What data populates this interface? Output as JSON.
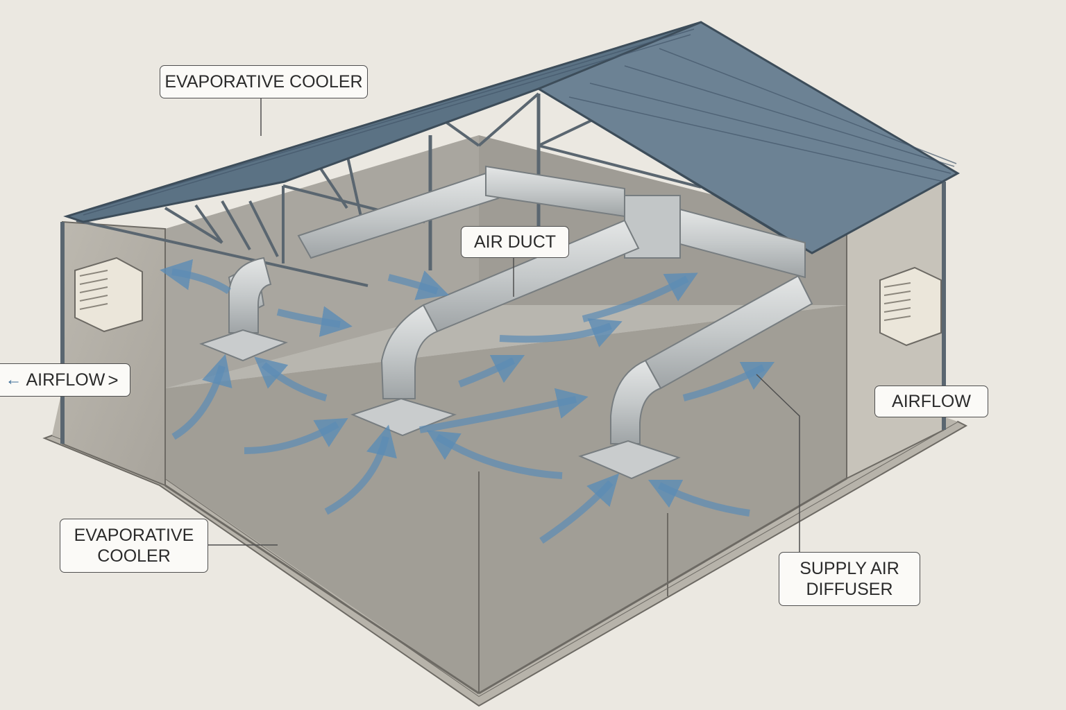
{
  "labels": {
    "evaporative_cooler_top": "EVAPORATIVE COOLER",
    "air_duct": "AIR DUCT",
    "airflow_left": "AIRFLOW",
    "airflow_left_arrow": "←",
    "airflow_left_chevron": ">",
    "airflow_right": "AIRFLOW",
    "evaporative_cooler_bottom": "EVAPORATIVE\nCOOLER",
    "supply_air_diffuser": "SUPPLY AIR\nDIFFUSER"
  },
  "icons": {
    "cooler_units": [
      "evaporative-cooler-icon",
      "evaporative-cooler-icon"
    ],
    "airflow_arrows": "airflow-arrow-icon"
  },
  "colors": {
    "background": "#ebe8e1",
    "roof": "#5b7284",
    "wall": "#c4bfb6",
    "floor": "#9e9c95",
    "duct": "#c9cccd",
    "airflow": "#5b8cb5",
    "label_border": "#4e4e4e"
  }
}
